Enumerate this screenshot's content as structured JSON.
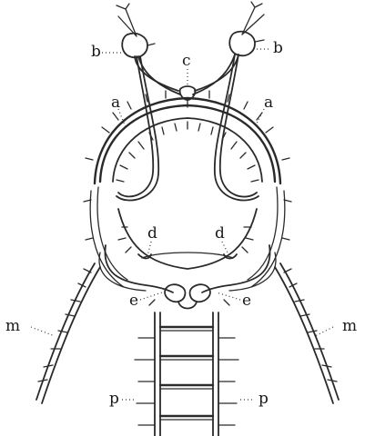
{
  "labels": {
    "a_left": "a",
    "a_right": "a",
    "b_left": "b",
    "b_right": "b",
    "c": "c",
    "d_left": "d",
    "d_right": "d",
    "e_left": "e",
    "e_right": "e",
    "m_left": "m",
    "m_right": "m",
    "p_left": "p",
    "p_right": "p"
  }
}
